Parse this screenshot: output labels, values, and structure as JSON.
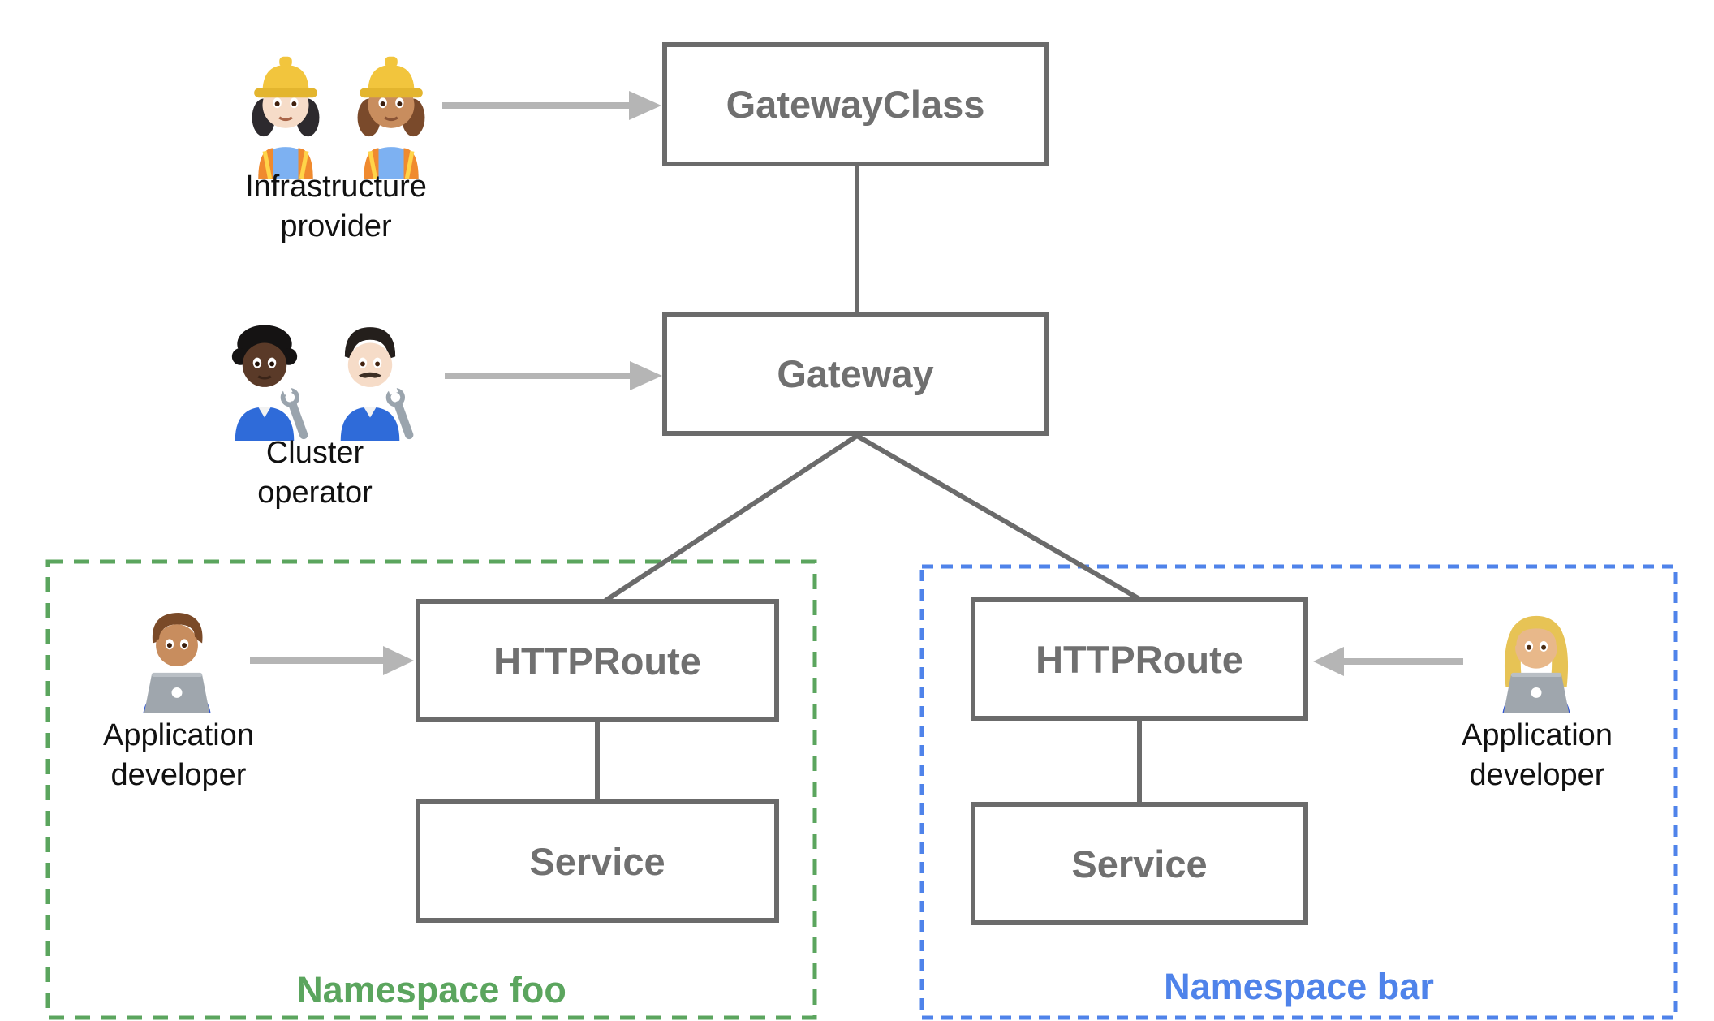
{
  "colors": {
    "box_border": "#6b6b6b",
    "box_text": "#707070",
    "connector": "#6b6b6b",
    "arrow": "#b5b5b5",
    "namespace_foo": "#5ba55e",
    "namespace_bar": "#4f83ea",
    "label_text": "#111111"
  },
  "boxes": {
    "gateway_class": "GatewayClass",
    "gateway": "Gateway",
    "httproute_foo": "HTTPRoute",
    "service_foo": "Service",
    "httproute_bar": "HTTPRoute",
    "service_bar": "Service"
  },
  "namespaces": {
    "foo": "Namespace foo",
    "bar": "Namespace bar"
  },
  "actors": {
    "infrastructure_provider": {
      "lines": [
        "Infrastructure",
        "provider"
      ],
      "icons": [
        "woman-construction-worker-light-skin-icon",
        "woman-construction-worker-medium-skin-icon"
      ]
    },
    "cluster_operator": {
      "lines": [
        "Cluster",
        "operator"
      ],
      "icons": [
        "person-mechanic-dark-skin-icon",
        "man-mechanic-light-skin-icon"
      ]
    },
    "application_developer_foo": {
      "lines": [
        "Application",
        "developer"
      ],
      "icons": [
        "man-technologist-icon"
      ]
    },
    "application_developer_bar": {
      "lines": [
        "Application",
        "developer"
      ],
      "icons": [
        "woman-technologist-icon"
      ]
    }
  }
}
